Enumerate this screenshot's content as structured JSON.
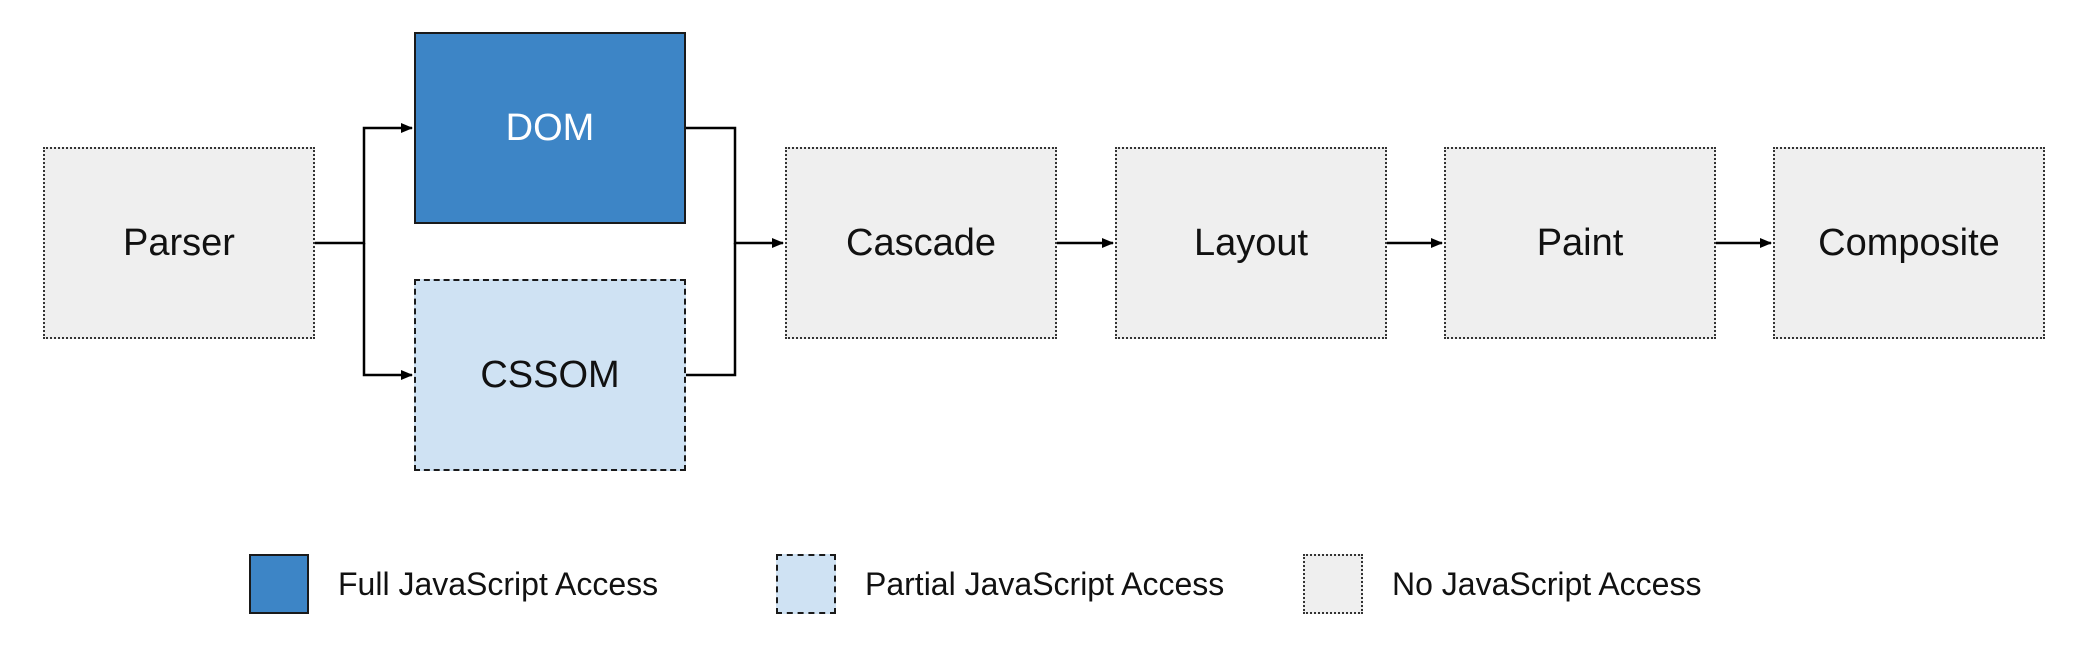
{
  "stages": {
    "parser": "Parser",
    "dom": "DOM",
    "cssom": "CSSOM",
    "cascade": "Cascade",
    "layout": "Layout",
    "paint": "Paint",
    "composite": "Composite"
  },
  "legend": {
    "full": "Full JavaScript Access",
    "partial": "Partial JavaScript Access",
    "none": "No JavaScript Access"
  },
  "colors": {
    "full_access": "#3d85c6",
    "partial_access": "#cfe2f3",
    "no_access": "#efefef"
  }
}
